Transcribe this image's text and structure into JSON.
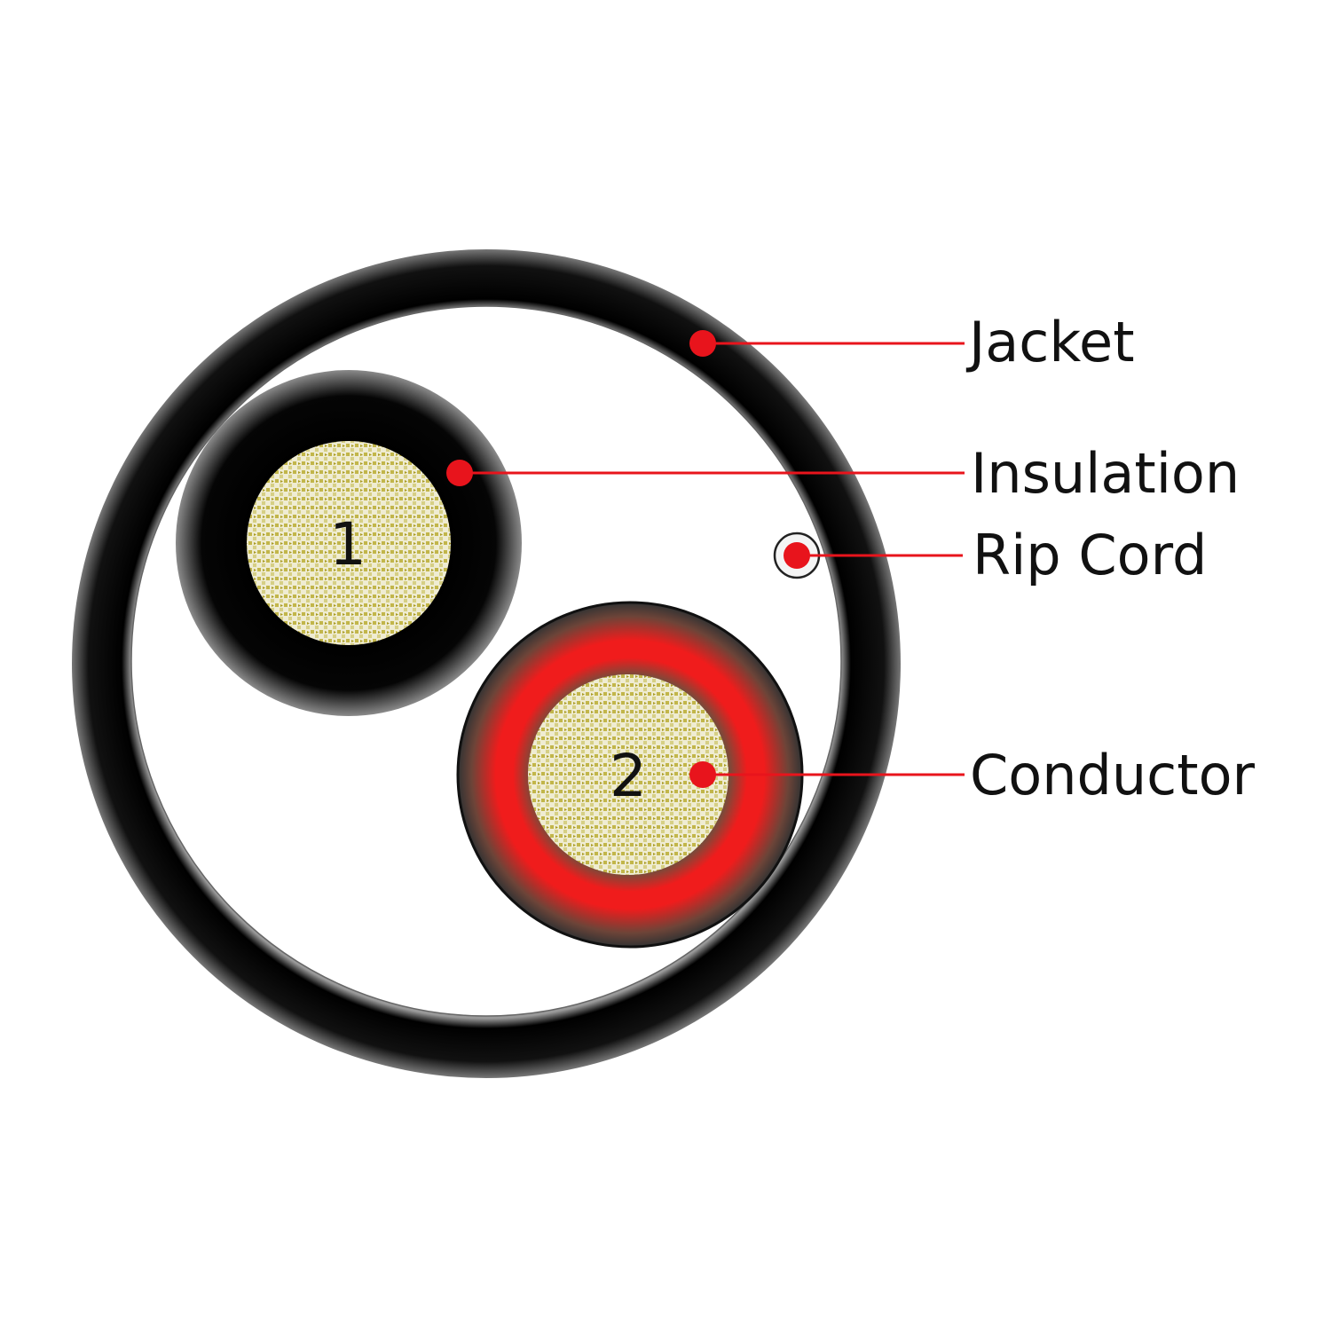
{
  "diagram": {
    "labels": {
      "jacket": "Jacket",
      "insulation": "Insulation",
      "rip_cord": "Rip Cord",
      "conductor": "Conductor"
    },
    "conductor_numbers": [
      "1",
      "2"
    ],
    "colors": {
      "jacket": "#000000",
      "leader_line": "#e8141c",
      "conductor": "#c8bf5a",
      "insulation_2": "#f01c1c"
    }
  }
}
